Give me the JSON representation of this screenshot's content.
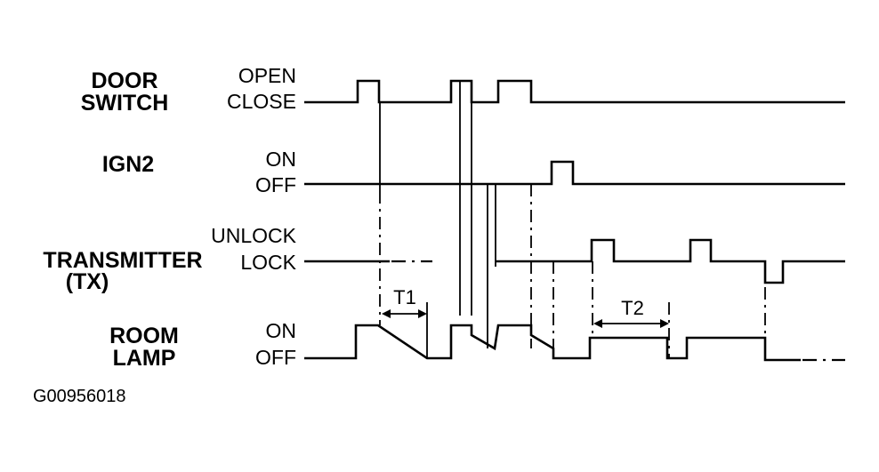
{
  "signals": [
    {
      "id": "door",
      "name_lines": [
        "DOOR",
        "SWITCH"
      ],
      "high_label": "OPEN",
      "low_label": "CLOSE"
    },
    {
      "id": "ign2",
      "name_lines": [
        "IGN2"
      ],
      "high_label": "ON",
      "low_label": "OFF"
    },
    {
      "id": "tx",
      "name_lines": [
        "TRANSMITTER",
        "(TX)"
      ],
      "high_label": "UNLOCK",
      "low_label": "LOCK"
    },
    {
      "id": "lamp",
      "name_lines": [
        "ROOM",
        "LAMP"
      ],
      "high_label": "ON",
      "low_label": "OFF"
    }
  ],
  "intervals": [
    {
      "label": "T1"
    },
    {
      "label": "T2"
    }
  ],
  "figure_id": "G00956018"
}
